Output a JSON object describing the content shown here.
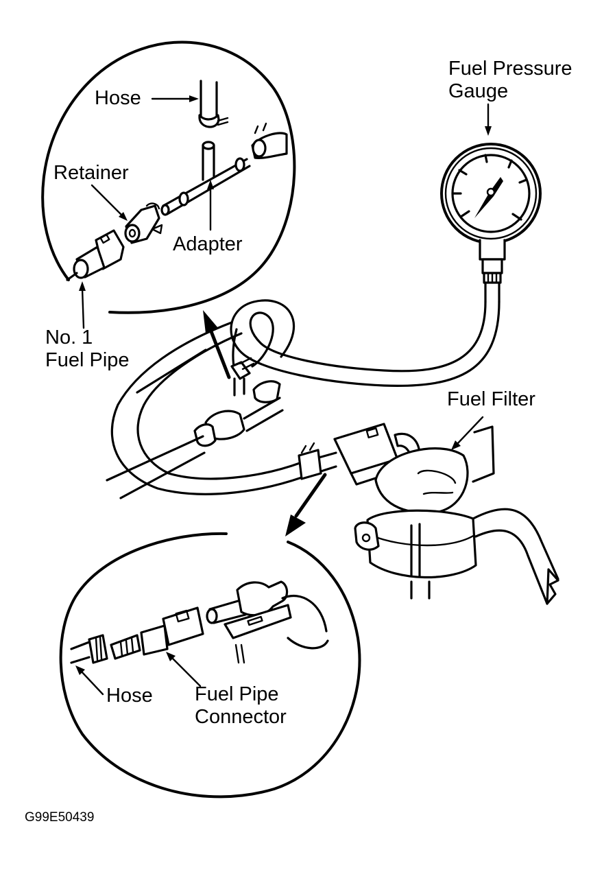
{
  "diagram": {
    "title": "Fuel pressure gauge connection",
    "figure_code": "G99E50439",
    "colors": {
      "ink": "#000000",
      "background": "#ffffff"
    },
    "labels": {
      "fuel_pressure_gauge": [
        "Fuel Pressure",
        "Gauge"
      ],
      "upper_hose": "Hose",
      "retainer": "Retainer",
      "adapter": "Adapter",
      "no1_fuel_pipe": [
        "No. 1",
        "Fuel Pipe"
      ],
      "fuel_filter": "Fuel Filter",
      "lower_hose": "Hose",
      "fuel_pipe_connector": [
        "Fuel Pipe",
        "Connector"
      ]
    },
    "callouts": [
      {
        "id": "upper-detail",
        "description": "Detail circle: No. 1 fuel pipe, retainer, adapter and hose"
      },
      {
        "id": "lower-detail",
        "description": "Detail circle: hose and fuel pipe connector at fuel filter"
      }
    ]
  }
}
